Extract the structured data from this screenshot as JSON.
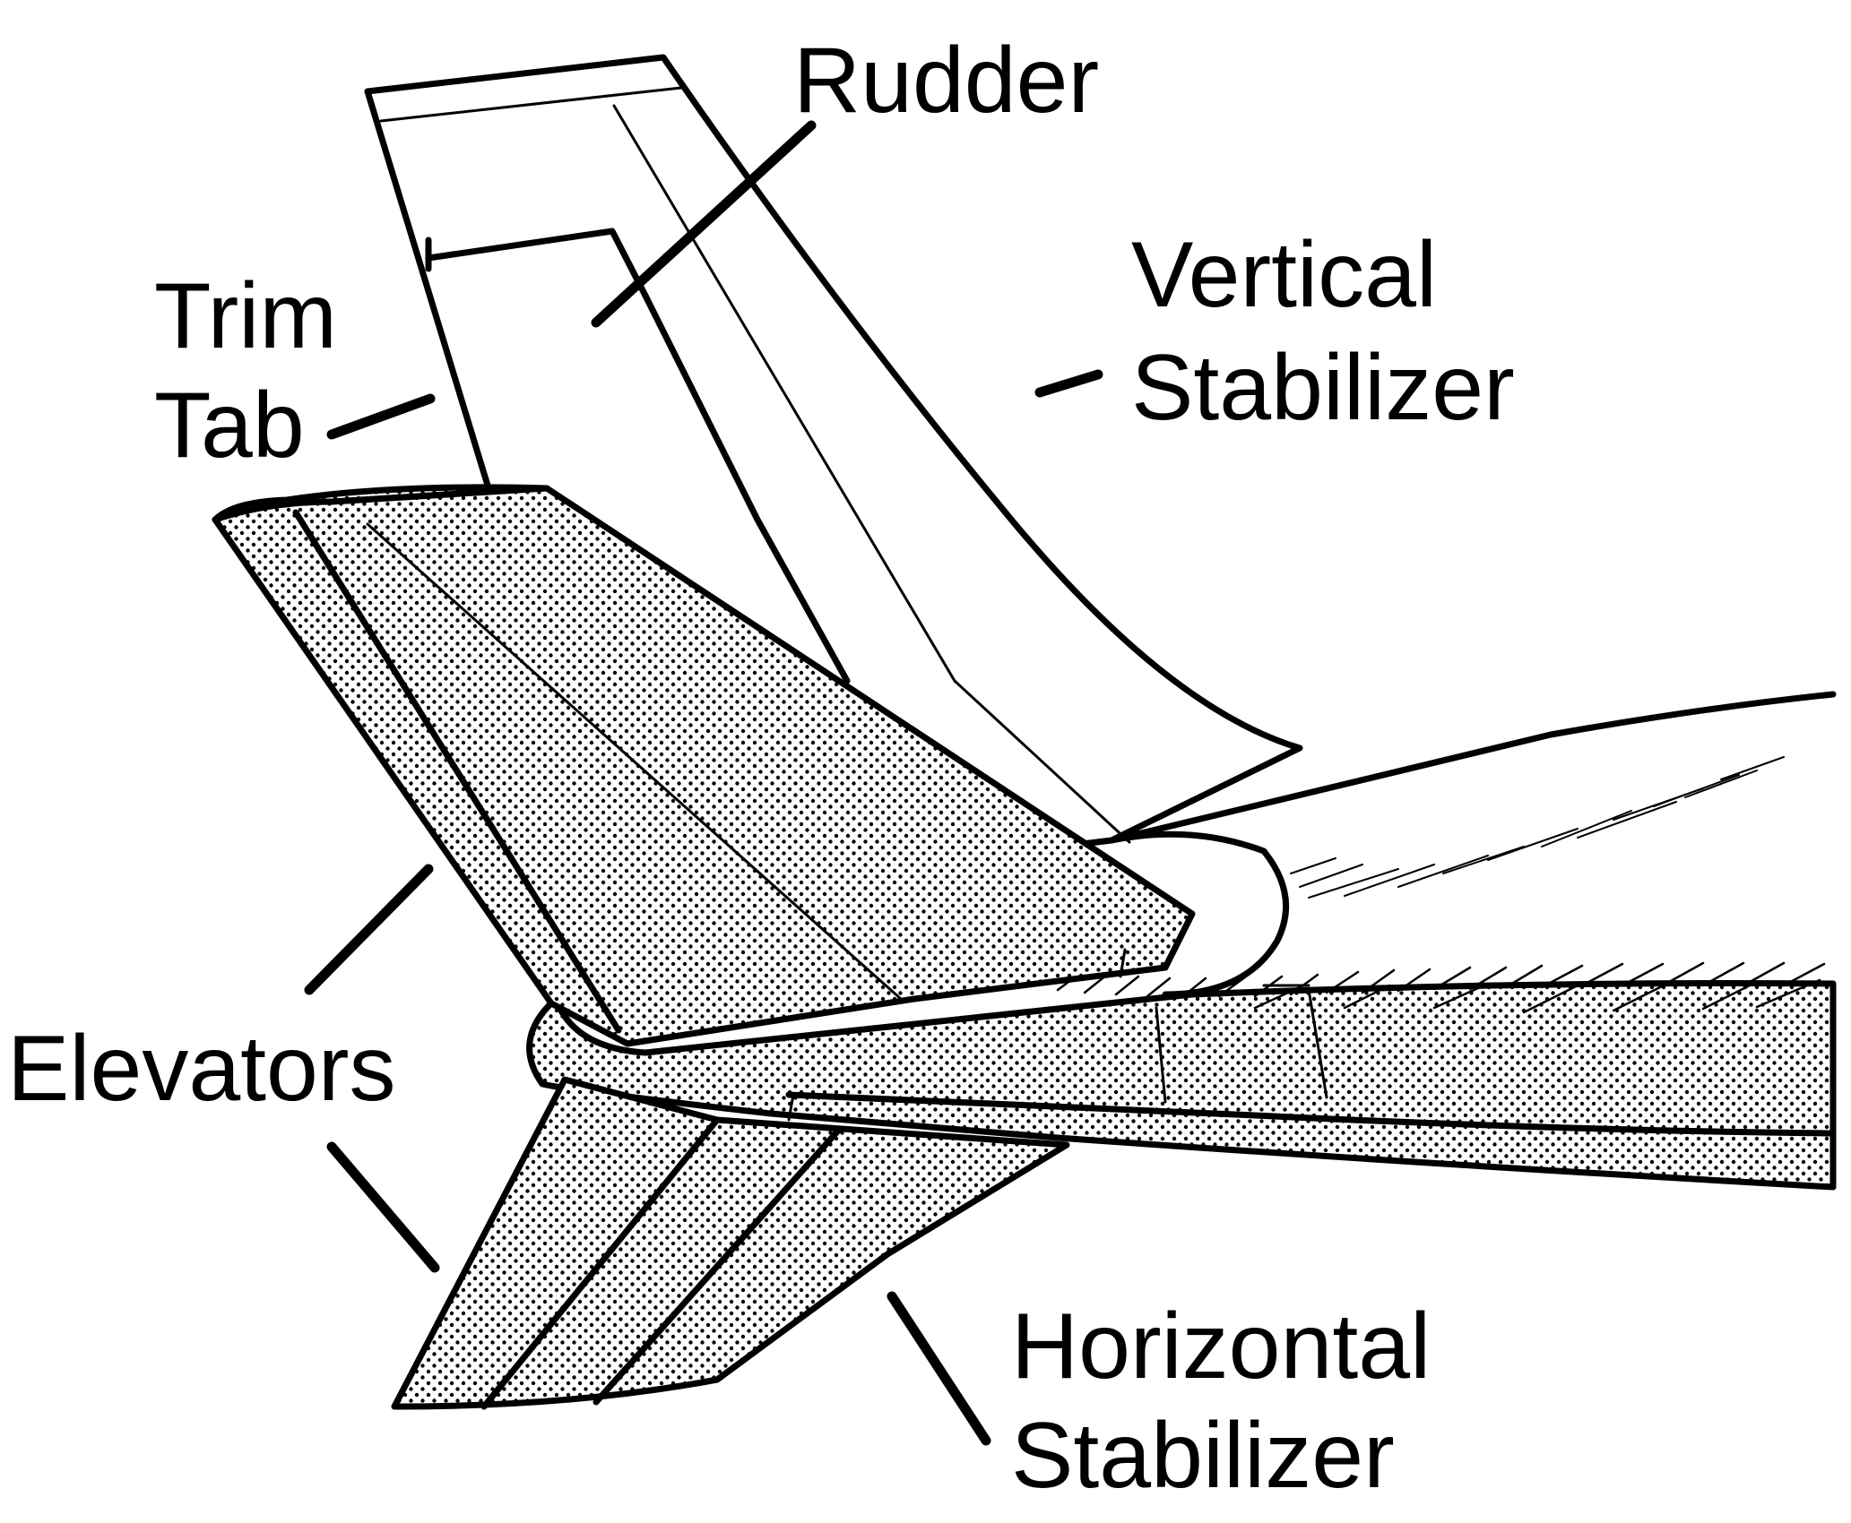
{
  "labels": {
    "rudder": "Rudder",
    "trim_line1": "Trim",
    "trim_line2": "Tab",
    "vertical_line1": "Vertical",
    "vertical_line2": "Stabilizer",
    "elevators": "Elevators",
    "horizontal_line1": "Horizontal",
    "horizontal_line2": "Stabilizer"
  },
  "colors": {
    "ink": "#000000",
    "paper": "#ffffff"
  }
}
